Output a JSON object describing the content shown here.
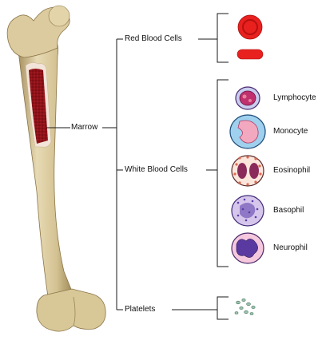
{
  "diagram": {
    "root_label": "Marrow",
    "categories": [
      {
        "label": "Red Blood Cells",
        "items": []
      },
      {
        "label": "White Blood Cells",
        "items": [
          {
            "label": "Lymphocyte"
          },
          {
            "label": "Monocyte"
          },
          {
            "label": "Eosinophil"
          },
          {
            "label": "Basophil"
          },
          {
            "label": "Neurophil"
          }
        ]
      },
      {
        "label": "Platelets",
        "items": []
      }
    ]
  },
  "colors": {
    "bone": "#d9c9a0",
    "bone_shadow": "#a48d5c",
    "marrow": "#8e1218",
    "rbc": "#e8211f",
    "line": "#1a1a1a"
  }
}
